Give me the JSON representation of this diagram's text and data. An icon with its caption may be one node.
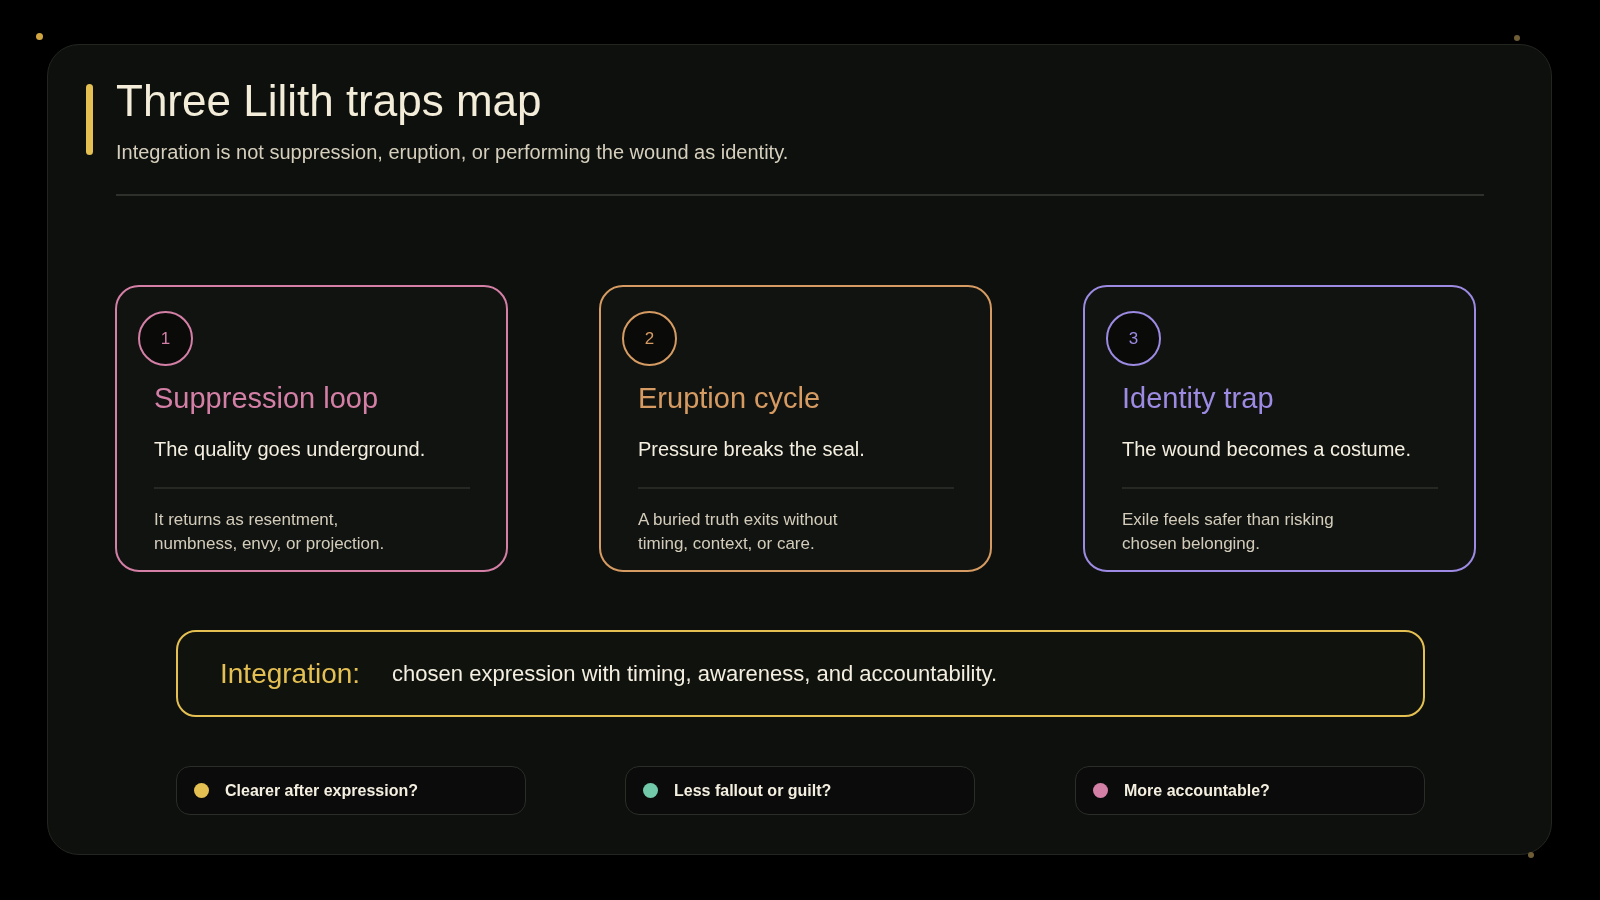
{
  "diagram": {
    "title": "Three Lilith traps map",
    "nodes": [
      {
        "text": [
          "Suppression loop",
          "The quality goes underground.",
          "It returns as resentment, numbness, envy, or projection."
        ]
      },
      {
        "text": [
          "1"
        ],
        "in": 0
      },
      {
        "text": [
          "Eruption cycle",
          "Pressure breaks the seal.",
          "A buried truth exits without timing, context, or care."
        ]
      },
      {
        "text": [
          "2"
        ],
        "in": 2
      },
      {
        "text": [
          "Identity trap",
          "The wound becomes a costume.",
          "Exile feels safer than risking chosen belonging."
        ]
      },
      {
        "text": [
          "3"
        ],
        "in": 4
      },
      {
        "text": [
          "Integration:",
          "chosen expression with timing, awareness, and accountability."
        ]
      },
      {
        "text": [
          "Clearer after expression?"
        ]
      },
      {
        "text": [
          "Less fallout or guilt?"
        ]
      },
      {
        "text": [
          "More accountable?"
        ]
      }
    ],
    "labels": [
      "Integration is not suppression, eruption, or performing the wound as identity."
    ]
  }
}
